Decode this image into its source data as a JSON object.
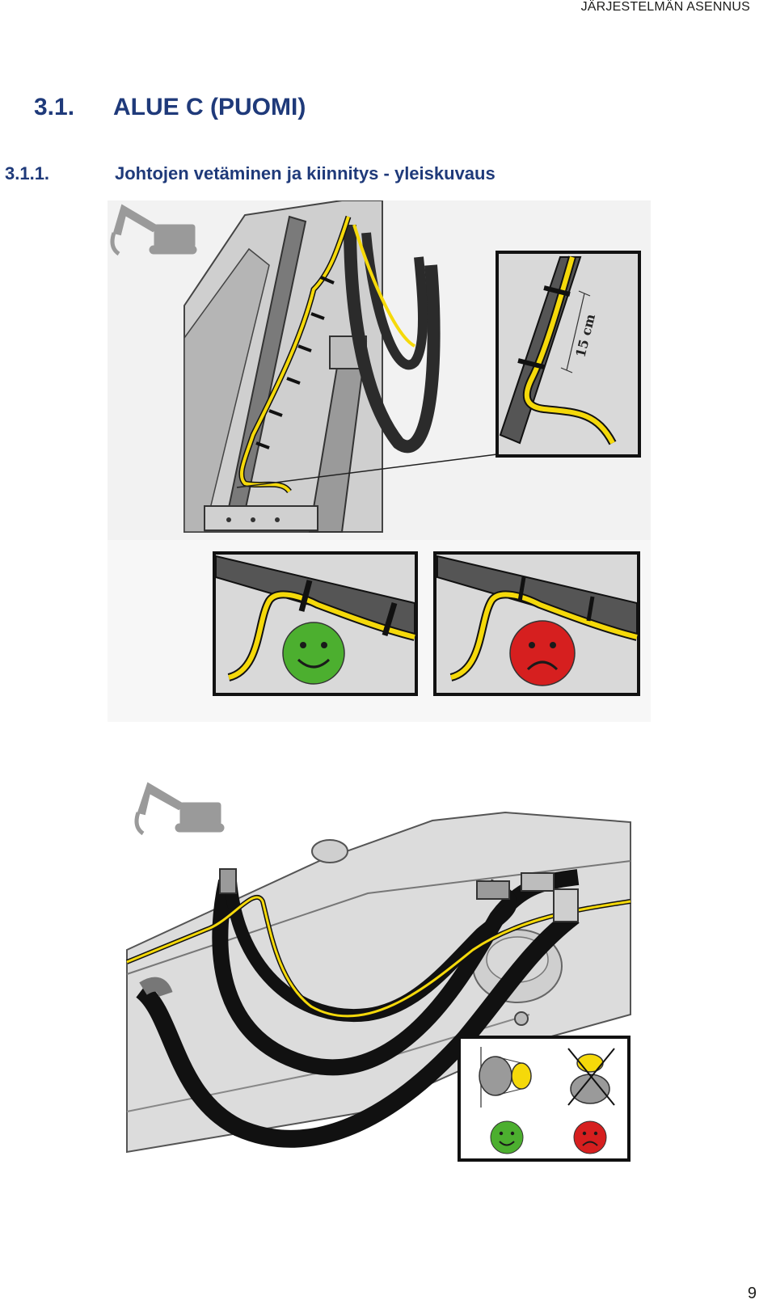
{
  "header": {
    "section_title": "JÄRJESTELMÄN ASENNUS"
  },
  "heading1": {
    "number": "3.1.",
    "title": "ALUE C (PUOMI)"
  },
  "heading2": {
    "number": "3.1.1.",
    "title": "Johtojen vetäminen ja kiinnitys - yleiskuvaus"
  },
  "figure1": {
    "measurement_label": "15 cm",
    "icons": [
      "excavator-icon",
      "smiley-happy-icon",
      "smiley-sad-icon"
    ]
  },
  "figure2": {
    "icons": [
      "excavator-icon",
      "smiley-happy-icon",
      "smiley-sad-icon"
    ]
  },
  "colors": {
    "heading": "#1f3a7a",
    "cable": "#f5d90a",
    "hose": "#1a1a1a",
    "good": "#4caf2f",
    "bad": "#d61f1f"
  },
  "footer": {
    "page_number": "9"
  }
}
